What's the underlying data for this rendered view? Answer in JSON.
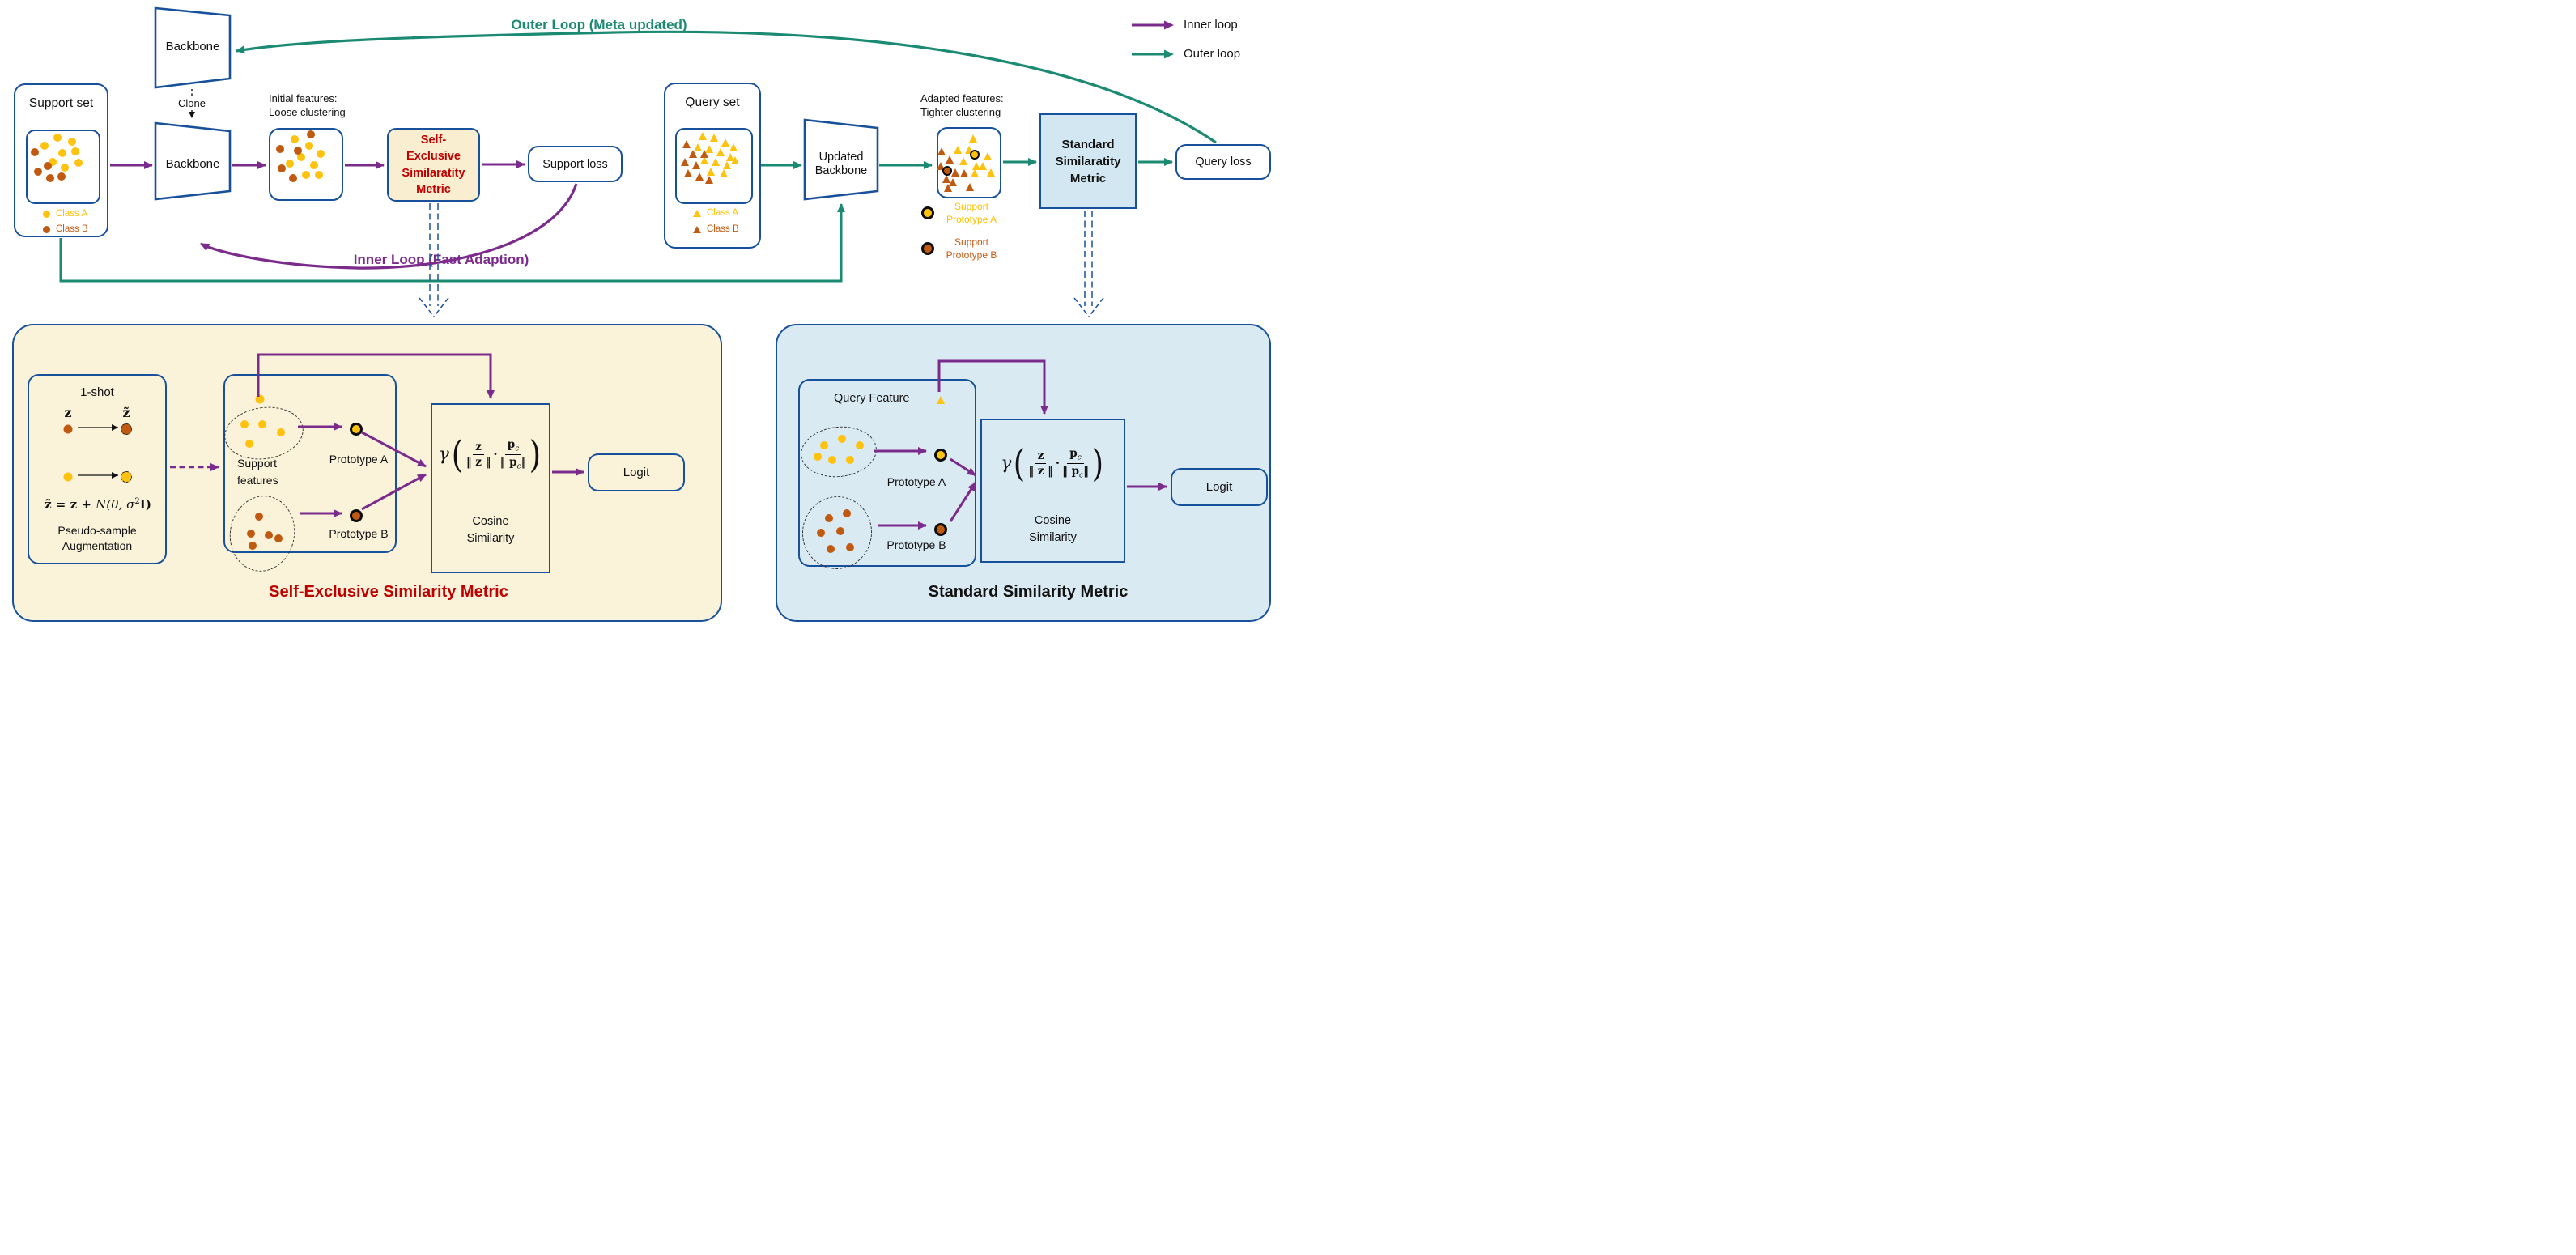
{
  "colors": {
    "border_blue": "#18519B",
    "purple": "#7B2B8B",
    "teal": "#1B8A72",
    "red": "#C00000",
    "gold": "#FFC20E",
    "gold_text": "#FFC000",
    "brown": "#C05A11",
    "brown_text": "#C55A11",
    "cream_panel": "#FBF3D9",
    "cream_box": "#F9EFD0",
    "blue_panel": "#DAEAF3",
    "blue_box": "#D3E7F2"
  },
  "legend": {
    "inner_label": "Inner loop",
    "outer_label": "Outer loop"
  },
  "flow": {
    "backbone_top": "Backbone",
    "clone": "Clone",
    "backbone_inner": "Backbone",
    "support_set": {
      "title": "Support set",
      "class_a": "Class A",
      "class_b": "Class B"
    },
    "initial_features_1": "Initial features:",
    "initial_features_2": "Loose clustering",
    "sem_lines": [
      "Self-",
      "Exclusive",
      "Similaratity",
      "Metric"
    ],
    "support_loss": "Support loss",
    "inner_loop_label": "Inner Loop (Fast Adaption)",
    "outer_loop_label": "Outer Loop (Meta updated)",
    "query_set": {
      "title": "Query set",
      "class_a": "Class A",
      "class_b": "Class B"
    },
    "updated_backbone_1": "Updated",
    "updated_backbone_2": "Backbone",
    "adapted_features_1": "Adapted features:",
    "adapted_features_2": "Tighter clustering",
    "std_lines": [
      "Standard",
      "Similaratity",
      "Metric"
    ],
    "query_loss": "Query loss",
    "proto_legend_a_1": "Support",
    "proto_legend_a_2": "Prototype A",
    "proto_legend_b_1": "Support",
    "proto_legend_b_2": "Prototype B"
  },
  "sem_panel": {
    "one_shot": {
      "title": "1-shot",
      "z": "z",
      "zt": "z̃",
      "f_pre": "z̃ = z + ",
      "f_n": "N",
      "f_mid": "(0, σ",
      "f_sup": "2",
      "f_post": "I)",
      "cap1": "Pseudo-sample",
      "cap2": "Augmentation"
    },
    "support_features_1": "Support",
    "support_features_2": "features",
    "proto_a": "Prototype A",
    "proto_b": "Prototype B",
    "cosine_1": "Cosine",
    "cosine_2": "Similarity",
    "logit": "Logit",
    "title": "Self-Exclusive Similarity Metric"
  },
  "std_panel": {
    "query_feature": "Query Feature",
    "proto_a": "Prototype A",
    "proto_b": "Prototype B",
    "cosine_1": "Cosine",
    "cosine_2": "Similarity",
    "logit": "Logit",
    "title": "Standard Similarity Metric"
  },
  "formula": {
    "gamma": "γ",
    "open": "(",
    "close": ")",
    "num1": "z",
    "den1": "‖ z ‖",
    "dot": "·",
    "num2": "p",
    "num2_sub": "c",
    "den2_pre": "‖ p",
    "den2_sub": "c",
    "den2_post": "‖"
  },
  "points": {
    "support_inner": [
      [
        37,
        8,
        "a"
      ],
      [
        21,
        18,
        "a"
      ],
      [
        55,
        13,
        "a"
      ],
      [
        43,
        27,
        "a"
      ],
      [
        59,
        25,
        "a"
      ],
      [
        63,
        39,
        "a"
      ],
      [
        46,
        45,
        "a"
      ],
      [
        31,
        38,
        "a"
      ],
      [
        9,
        26,
        "b"
      ],
      [
        25,
        43,
        "b"
      ],
      [
        13,
        50,
        "b"
      ],
      [
        28,
        58,
        "b"
      ],
      [
        42,
        56,
        "b"
      ]
    ],
    "initial_inner": [
      [
        30,
        12,
        "a"
      ],
      [
        48,
        20,
        "a"
      ],
      [
        62,
        30,
        "a"
      ],
      [
        38,
        34,
        "a"
      ],
      [
        54,
        44,
        "a"
      ],
      [
        24,
        42,
        "a"
      ],
      [
        44,
        56,
        "a"
      ],
      [
        60,
        56,
        "a"
      ],
      [
        50,
        6,
        "b"
      ],
      [
        12,
        24,
        "b"
      ],
      [
        34,
        26,
        "b"
      ],
      [
        14,
        48,
        "b"
      ],
      [
        28,
        60,
        "b"
      ]
    ],
    "query_inner": [
      [
        32,
        8,
        "ta"
      ],
      [
        46,
        10,
        "ta"
      ],
      [
        60,
        16,
        "ta"
      ],
      [
        70,
        22,
        "ta"
      ],
      [
        26,
        22,
        "ta"
      ],
      [
        40,
        24,
        "ta"
      ],
      [
        54,
        28,
        "ta"
      ],
      [
        66,
        34,
        "ta"
      ],
      [
        34,
        38,
        "ta"
      ],
      [
        48,
        40,
        "ta"
      ],
      [
        62,
        44,
        "ta"
      ],
      [
        72,
        38,
        "ta"
      ],
      [
        42,
        52,
        "ta"
      ],
      [
        58,
        54,
        "ta"
      ],
      [
        12,
        18,
        "tb"
      ],
      [
        20,
        30,
        "tb"
      ],
      [
        10,
        40,
        "tb"
      ],
      [
        24,
        44,
        "tb"
      ],
      [
        34,
        30,
        "tb"
      ],
      [
        14,
        54,
        "tb"
      ],
      [
        28,
        58,
        "tb"
      ],
      [
        40,
        62,
        "tb"
      ]
    ],
    "adapted_inner": [
      [
        43,
        12,
        "ta"
      ],
      [
        24,
        26,
        "ta"
      ],
      [
        38,
        26,
        "ta"
      ],
      [
        61,
        34,
        "ta"
      ],
      [
        31,
        40,
        "ta"
      ],
      [
        47,
        46,
        "ta"
      ],
      [
        55,
        46,
        "ta"
      ],
      [
        45,
        55,
        "ta"
      ],
      [
        65,
        54,
        "ta"
      ],
      [
        45,
        32,
        "pa"
      ],
      [
        4,
        28,
        "tb"
      ],
      [
        14,
        38,
        "tb"
      ],
      [
        3,
        46,
        "tb"
      ],
      [
        21,
        54,
        "tb"
      ],
      [
        32,
        55,
        "tb"
      ],
      [
        10,
        62,
        "tb"
      ],
      [
        18,
        66,
        "tb"
      ],
      [
        12,
        73,
        "tb"
      ],
      [
        39,
        72,
        "tb"
      ],
      [
        11,
        52,
        "pb"
      ]
    ],
    "sem_cluster_a": [
      [
        24,
        60,
        "a"
      ],
      [
        46,
        60,
        "a"
      ],
      [
        69,
        70,
        "a"
      ],
      [
        30,
        84,
        "a"
      ]
    ],
    "sem_cluster_b": [
      [
        42,
        174,
        "b"
      ],
      [
        32,
        195,
        "b"
      ],
      [
        54,
        197,
        "b"
      ],
      [
        66,
        201,
        "b"
      ],
      [
        34,
        210,
        "b"
      ]
    ],
    "qf_cluster_a": [
      [
        30,
        80,
        "a"
      ],
      [
        52,
        72,
        "a"
      ],
      [
        74,
        80,
        "a"
      ],
      [
        40,
        98,
        "a"
      ],
      [
        62,
        98,
        "a"
      ],
      [
        22,
        94,
        "a"
      ]
    ],
    "qf_cluster_b": [
      [
        36,
        170,
        "b"
      ],
      [
        58,
        164,
        "b"
      ],
      [
        26,
        188,
        "b"
      ],
      [
        50,
        186,
        "b"
      ],
      [
        38,
        208,
        "b"
      ],
      [
        62,
        206,
        "b"
      ]
    ]
  }
}
